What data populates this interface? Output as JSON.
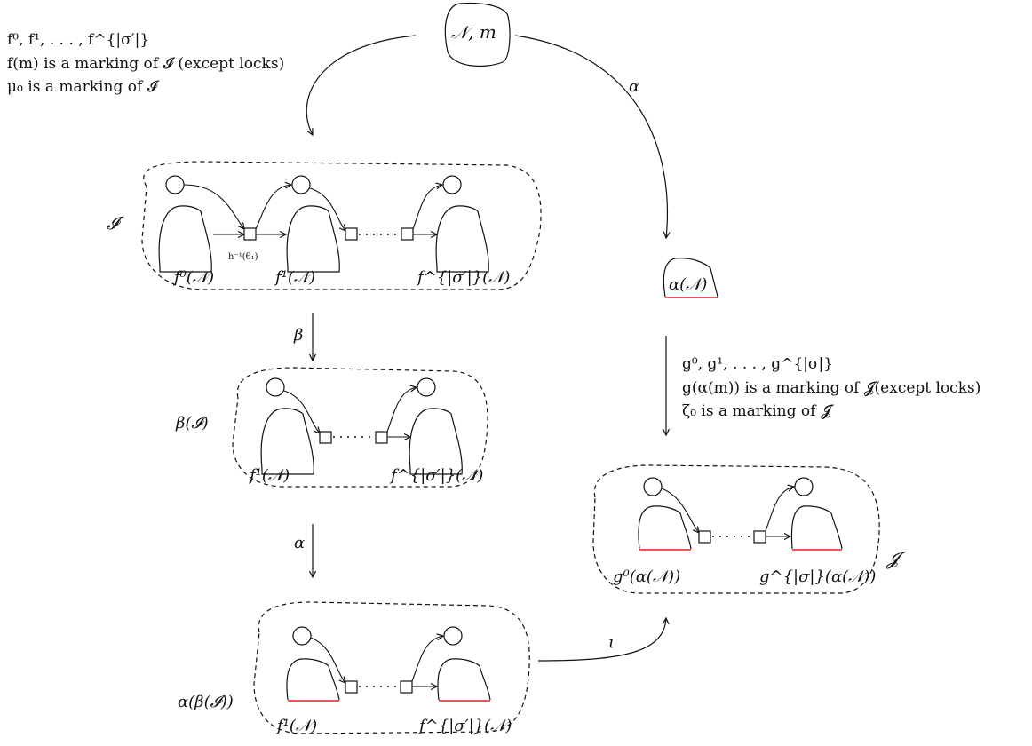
{
  "colors": {
    "ink": "#111111",
    "accent_red": "#e31e24"
  },
  "top_notes": {
    "line1": "f⁰, f¹, . . . , f^{|σ′|}",
    "line2": "f(m) is a marking of 𝓘 (except locks)",
    "line3": "μ₀ is a marking of 𝓘"
  },
  "right_notes": {
    "line1": "g⁰, g¹, . . . , g^{|σ|}",
    "line2": "g(α(m)) is a marking of 𝓙(except locks)",
    "line3": "ζ₀ is a marking of 𝓙"
  },
  "net_top": "𝒩, m",
  "labels": {
    "alpha_top": "α",
    "beta": "β",
    "alpha_mid": "α",
    "iota": "ι",
    "I": "𝓘",
    "beta_I": "β(𝓘)",
    "alpha_beta_I": "α(β(𝓘))",
    "J": "𝓙",
    "alpha_N": "α(𝒩)",
    "h_inv": "h⁻¹(θ₁)"
  },
  "I_sub": {
    "f0": "f⁰(𝒩)",
    "f1": "f¹(𝒩)",
    "fs": "f^{|σ′|}(𝒩)"
  },
  "betaI_sub": {
    "f1": "f¹(𝒩)",
    "fs": "f^{|σ′|}(𝒩)"
  },
  "alphabetaI_sub": {
    "f1": "f¹(𝒩)",
    "fs": "f^{|σ′|}(𝒩)"
  },
  "J_sub": {
    "g0": "g⁰(α(𝒩))",
    "gs": "g^{|σ|}(α(𝒩))"
  }
}
